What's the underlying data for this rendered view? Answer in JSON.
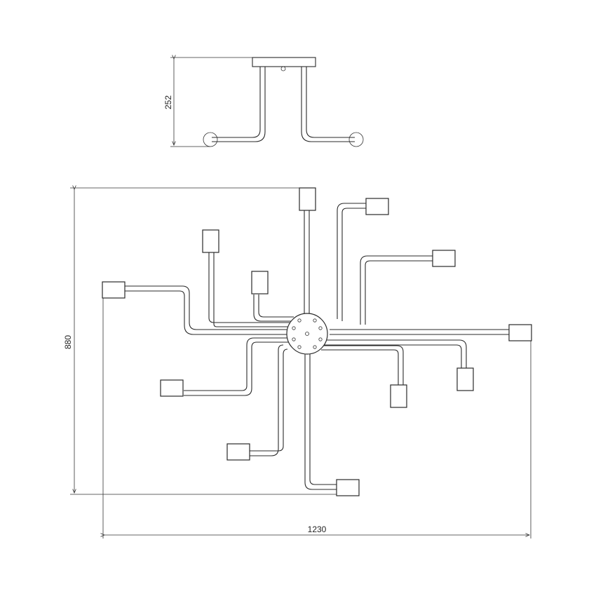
{
  "drawing": {
    "side_view": {
      "height_dimension": "252"
    },
    "top_view": {
      "height_dimension": "880",
      "width_dimension": "1230",
      "socket_count": 12
    }
  }
}
